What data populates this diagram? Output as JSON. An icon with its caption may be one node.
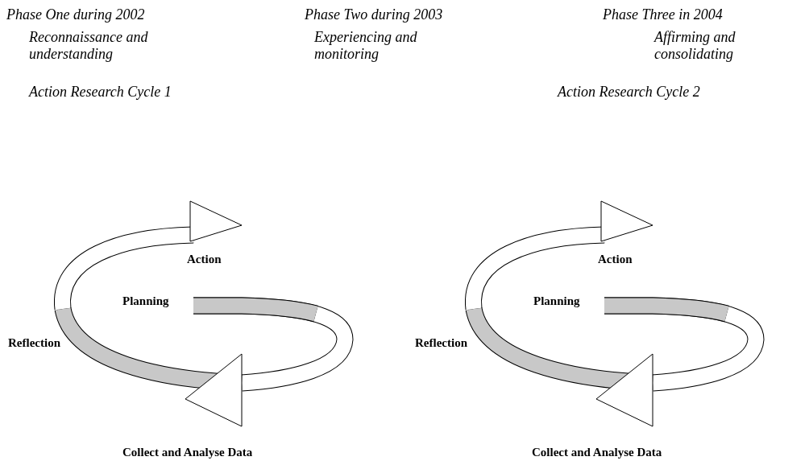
{
  "diagram": {
    "labels": [
      "Phase One during 2002",
      "Phase Two during 2003",
      "Phase Three in 2004",
      "Reconnaissance and understanding",
      "Experiencing and monitoring",
      "Affirming and consolidating",
      "Action Research Cycle 1",
      "Action Research Cycle 2",
      "Action",
      "Action",
      "Planning",
      "Planning",
      "Reflection",
      "Reflection",
      "Collect and Analyse Data",
      "Collect and Analyse Data"
    ]
  }
}
